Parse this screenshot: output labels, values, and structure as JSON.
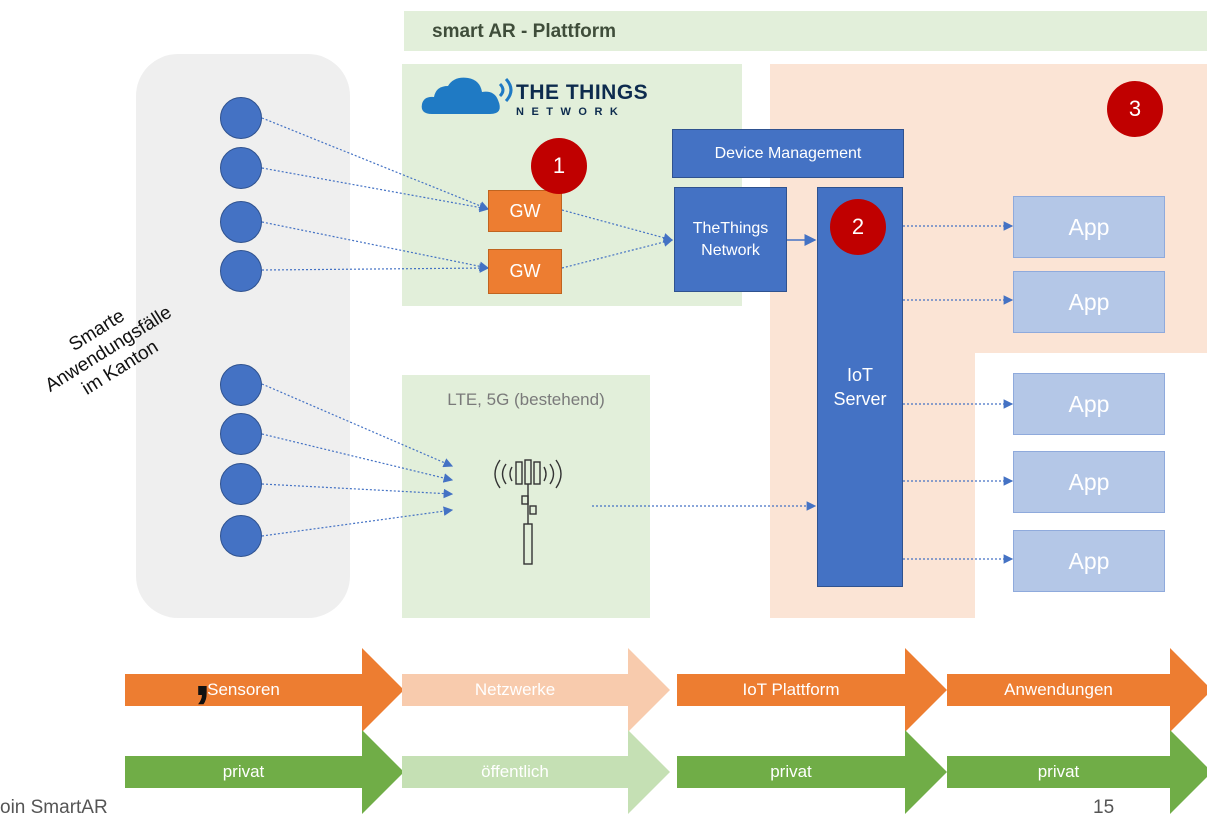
{
  "platform": {
    "title": "smart AR - Plattform"
  },
  "ttn": {
    "logo_line1": "THE THINGS",
    "logo_line2": "NETWORK"
  },
  "lte": {
    "title": "LTE, 5G (bestehend)"
  },
  "nodes": {
    "gw1": "GW",
    "gw2": "GW",
    "thethings_line1": "TheThings",
    "thethings_line2": "Network",
    "device_management": "Device Management",
    "iot_line1": "IoT",
    "iot_line2": "Server"
  },
  "markers": [
    "1",
    "2",
    "3"
  ],
  "apps": [
    "App",
    "App",
    "App",
    "App",
    "App"
  ],
  "sensors": {
    "line1": "Smarte",
    "line2": "Anwendungsfälle",
    "line3": "im Kanton"
  },
  "flow": {
    "row1": [
      "Sensoren",
      "Netzwerke",
      "IoT Plattform",
      "Anwendungen"
    ],
    "row2": [
      "privat",
      "öffentlich",
      "privat",
      "privat"
    ]
  },
  "colors": {
    "dark_orange": "#ed7d31",
    "light_orange": "#f8cbad",
    "dark_green": "#70ad47",
    "light_green": "#c5e0b4",
    "blue": "#4472c4",
    "marker_red": "#c00000"
  },
  "footer": {
    "left": "oin SmartAR",
    "right": "15"
  },
  "stray": {
    "comma": ","
  }
}
